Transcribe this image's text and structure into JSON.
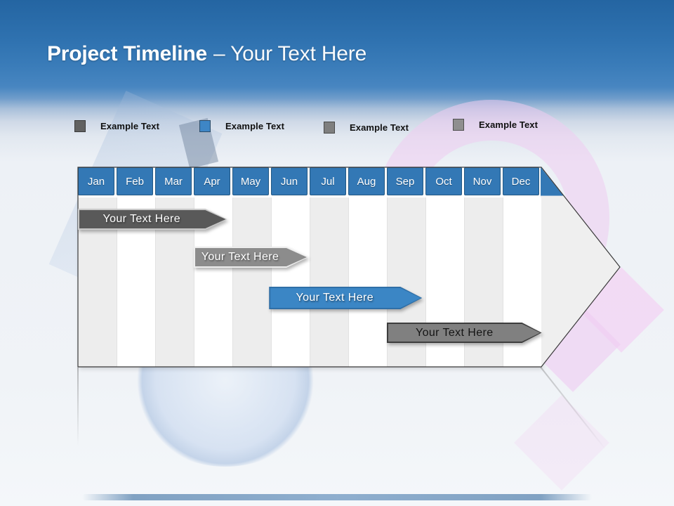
{
  "title": {
    "primary": "Project Timeline",
    "secondary": "– Your Text Here"
  },
  "legend": {
    "items": [
      {
        "label": "Example Text",
        "color": "#616161"
      },
      {
        "label": "Example Text",
        "color": "#3e86c6"
      },
      {
        "label": "Example Text",
        "color": "#7f7f7f"
      },
      {
        "label": "Example Text",
        "color": "#8f8f8f"
      }
    ]
  },
  "timeline": {
    "months": [
      "Jan",
      "Feb",
      "Mar",
      "Apr",
      "May",
      "Jun",
      "Jul",
      "Aug",
      "Sep",
      "Oct",
      "Nov",
      "Dec"
    ],
    "header_color": "#3378b5",
    "bars": [
      {
        "label": "Your Text Here",
        "start_month": 0,
        "end_month": 3.3,
        "fill": "#595959",
        "border": "#c9c9c9",
        "text_color": "#ffffff"
      },
      {
        "label": "Your Text Here",
        "start_month": 3.0,
        "end_month": 5.4,
        "fill": "#8c8c8c",
        "border": "#ededed",
        "text_color": "#ffffff"
      },
      {
        "label": "Your Text Here",
        "start_month": 4.95,
        "end_month": 8.35,
        "fill": "#3b86c5",
        "border": "#2f6fa7",
        "text_color": "#ffffff"
      },
      {
        "label": "Your Text Here",
        "start_month": 8.0,
        "end_month": 11.5,
        "fill": "#808080",
        "border": "#3d3d3d",
        "text_color": "#141414"
      }
    ]
  }
}
